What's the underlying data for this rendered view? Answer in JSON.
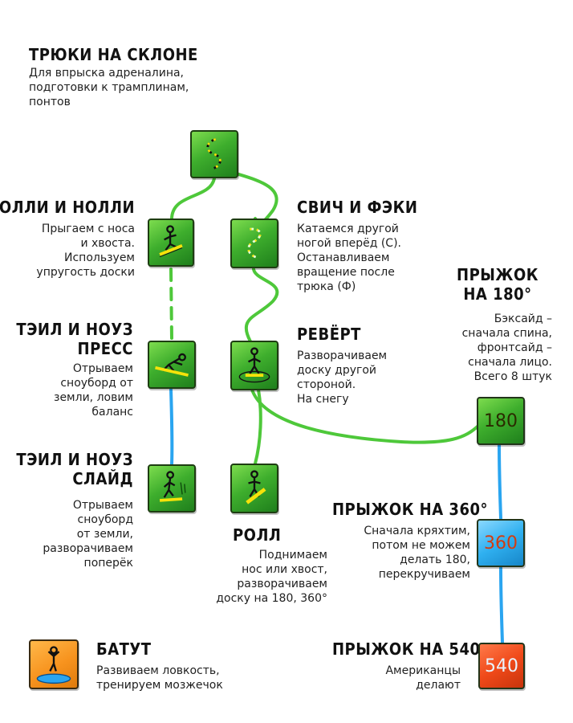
{
  "header": {
    "title": "ТРЮКИ НА СКЛОНЕ",
    "lines": [
      "Для впрыска адреналина,",
      "подготовки к трамплинам,",
      "понтов"
    ]
  },
  "colors": {
    "green_link": "#4ec83a",
    "blue_link": "#2aa5f0"
  },
  "nodes": {
    "olli": {
      "title": "ОЛЛИ И НОЛЛИ",
      "lines": [
        "Прыгаем с носа",
        "и хвоста.",
        "Используем",
        "упругость доски"
      ],
      "icon": "ollie-rider-icon"
    },
    "switch": {
      "title": "СВИЧ И ФЭКИ",
      "lines": [
        "Катаемся другой",
        "ногой вперёд (С).",
        "Останавливаем",
        "вращение после",
        "трюка (Ф)"
      ],
      "icon": "switch-path-icon"
    },
    "press": {
      "title_lines": [
        "ТЭИЛ И НОУЗ",
        "ПРЕСС"
      ],
      "lines": [
        "Отрываем",
        "сноуборд от",
        "земли, ловим",
        "баланс"
      ],
      "icon": "press-rider-icon"
    },
    "revert": {
      "title": "РЕВЁРТ",
      "lines": [
        "Разворачиваем",
        "доску другой",
        "стороной.",
        "На снегу"
      ],
      "icon": "revert-rider-icon"
    },
    "slide": {
      "title_lines": [
        "ТЭИЛ И НОУЗ",
        "СЛАЙД"
      ],
      "lines": [
        "Отрываем",
        "сноуборд",
        "от земли,",
        "разворачиваем",
        "поперёк"
      ],
      "icon": "slide-rider-icon"
    },
    "roll": {
      "title": "РОЛЛ",
      "lines": [
        "Поднимаем",
        "нос или хвост,",
        "разворачиваем",
        "доску на 180, 360°"
      ],
      "icon": "roll-rider-icon"
    },
    "j180": {
      "title_lines": [
        "ПРЫЖОК",
        "НА 180°"
      ],
      "lines": [
        "Бэксайд –",
        "сначала спина,",
        "фронтсайд –",
        "сначала лицо.",
        "Всего 8 штук"
      ],
      "badge": "180"
    },
    "j360": {
      "title": "ПРЫЖОК НА 360°",
      "lines": [
        "Сначала кряхтим,",
        "потом не можем",
        "делать 180,",
        "перекручиваем"
      ],
      "badge": "360"
    },
    "j540": {
      "title": "ПРЫЖОК НА 540°",
      "lines": [
        "Американцы",
        "делают"
      ],
      "badge": "540"
    },
    "batut": {
      "title": "БАТУТ",
      "lines": [
        "Развиваем ловкость,",
        "тренируем мозжечок"
      ],
      "icon": "trampoline-jumper-icon"
    }
  }
}
